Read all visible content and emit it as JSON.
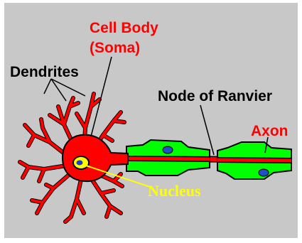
{
  "diagram": {
    "labels": {
      "cell_body": "Cell Body",
      "soma": "(Soma)",
      "dendrites": "Dendrites",
      "node_of_ranvier": "Node of Ranvier",
      "axon": "Axon",
      "nucleus": "Nucleus"
    },
    "colors": {
      "background": "#c8c8c8",
      "cell": "#ff0000",
      "myelin": "#00ff00",
      "schwann_nucleus": "#1e50c8",
      "nucleus": "#ffff00",
      "nucleolus": "#1e3cc8",
      "label_red": "#ff0000",
      "label_black": "#000000",
      "label_yellow": "#ffff00"
    }
  }
}
